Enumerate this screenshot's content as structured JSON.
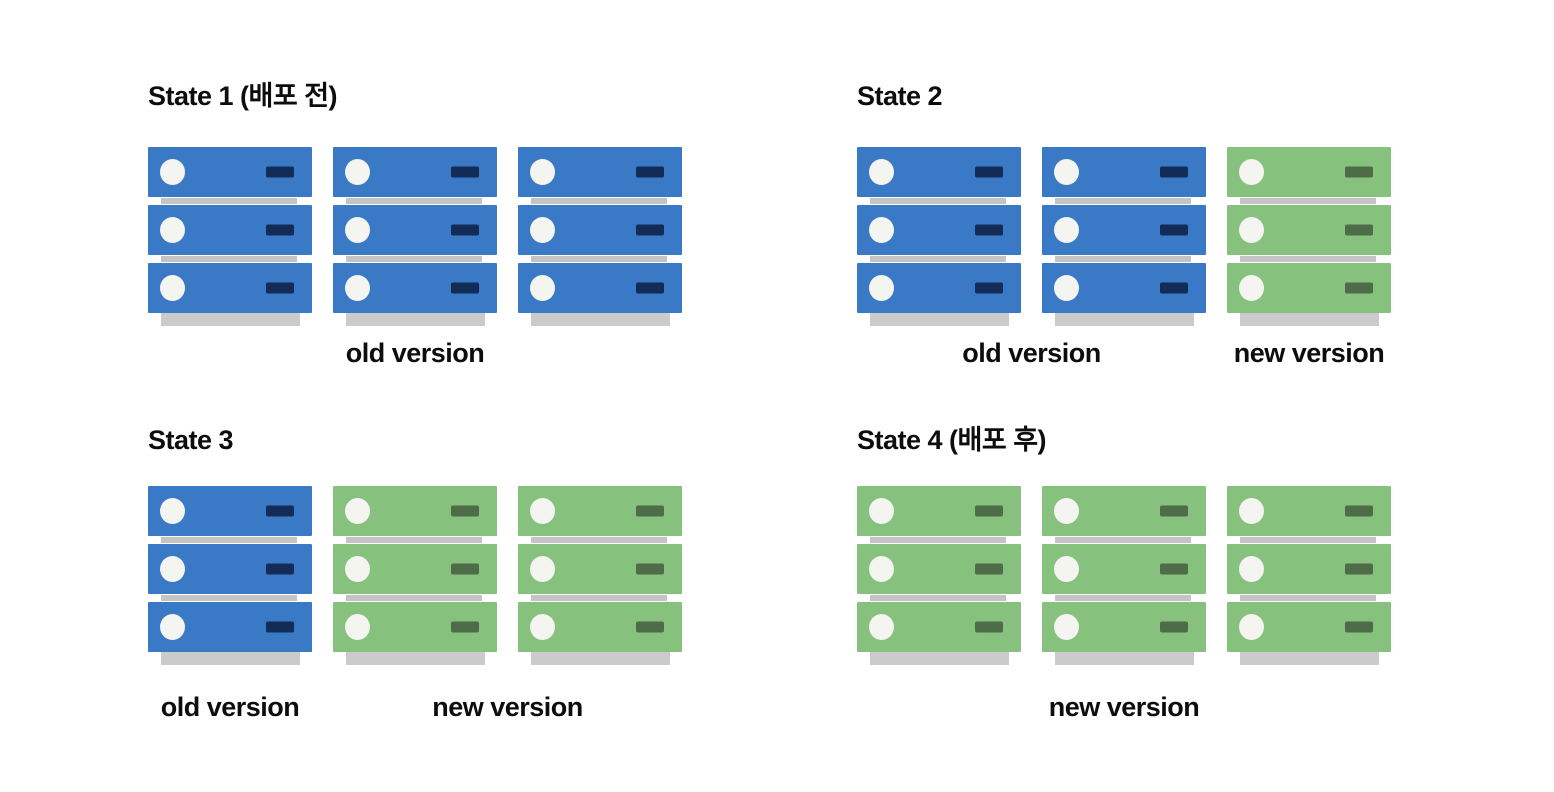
{
  "diagram_title": "rolling-deployment-states",
  "servers_per_stack": 3,
  "stack_count_per_state": 3,
  "colors": {
    "old_server": "#3A79C5",
    "old_dash": "#122B57",
    "new_server": "#86C17D",
    "new_dash": "#4F6C49",
    "led": "#F4F4F1",
    "tray": "#C4C4C4",
    "shadow": "#CBCBCB",
    "text": "#0D0D0D"
  },
  "legend": {
    "old_label": "old version",
    "new_label": "new version"
  },
  "states": [
    {
      "title": "State 1 (배포 전)",
      "stacks": [
        "old",
        "old",
        "old"
      ],
      "labels": [
        {
          "text": "old version",
          "span": [
            0,
            3
          ]
        }
      ]
    },
    {
      "title": "State 2",
      "stacks": [
        "old",
        "old",
        "new"
      ],
      "labels": [
        {
          "text": "old version",
          "span": [
            0,
            2
          ]
        },
        {
          "text": "new version",
          "span": [
            2,
            3
          ]
        }
      ]
    },
    {
      "title": "State 3",
      "stacks": [
        "old",
        "new",
        "new"
      ],
      "labels": [
        {
          "text": "old version",
          "span": [
            0,
            1
          ]
        },
        {
          "text": "new version",
          "span": [
            1,
            3
          ]
        }
      ]
    },
    {
      "title": "State 4 (배포 후)",
      "stacks": [
        "new",
        "new",
        "new"
      ],
      "labels": [
        {
          "text": "new version",
          "span": [
            0,
            3
          ]
        }
      ]
    }
  ]
}
